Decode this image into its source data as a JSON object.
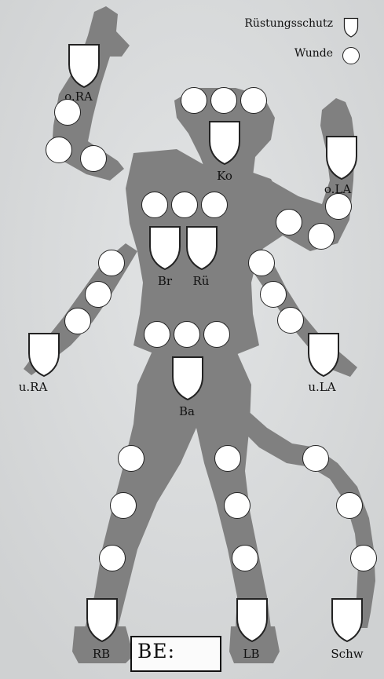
{
  "legend": {
    "armor_label": "Rüstungsschutz",
    "wound_label": "Wunde"
  },
  "zones": {
    "head": "Ko",
    "chest": "Br",
    "back": "Rü",
    "belly": "Ba",
    "upper_right_arm": "o.RA",
    "lower_right_arm": "u.RA",
    "upper_left_arm": "o.LA",
    "lower_left_arm": "u.LA",
    "right_leg": "RB",
    "left_leg": "LB",
    "tail": "Schw"
  },
  "encumbrance": {
    "label": "BE:",
    "value": ""
  },
  "colors": {
    "background": "#d7d9da",
    "silhouette": "#808080",
    "slot_fill": "#ffffff",
    "outline": "#222222"
  }
}
